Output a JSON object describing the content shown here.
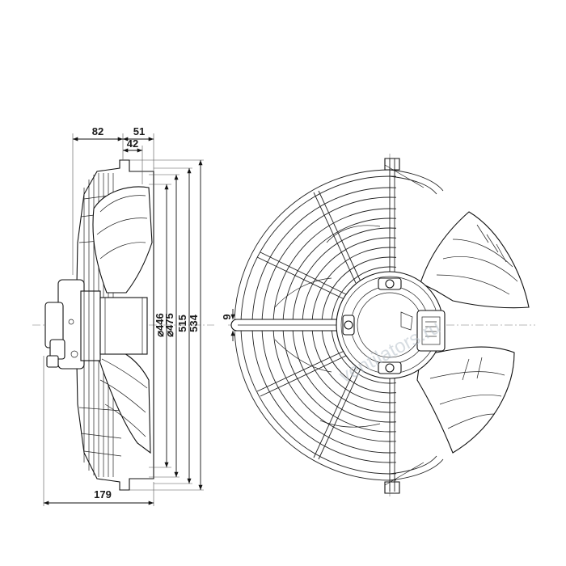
{
  "dimensions": {
    "width_82": "82",
    "width_51": "51",
    "width_42": "42",
    "depth_179": "179",
    "dia_446": "⌀446",
    "dia_475": "⌀475",
    "height_515": "515",
    "height_534": "534",
    "hole_9": "9"
  },
  "watermark": "ventilators.ru",
  "colors": {
    "line": "#111111",
    "watermark": "#b8c2cc"
  }
}
